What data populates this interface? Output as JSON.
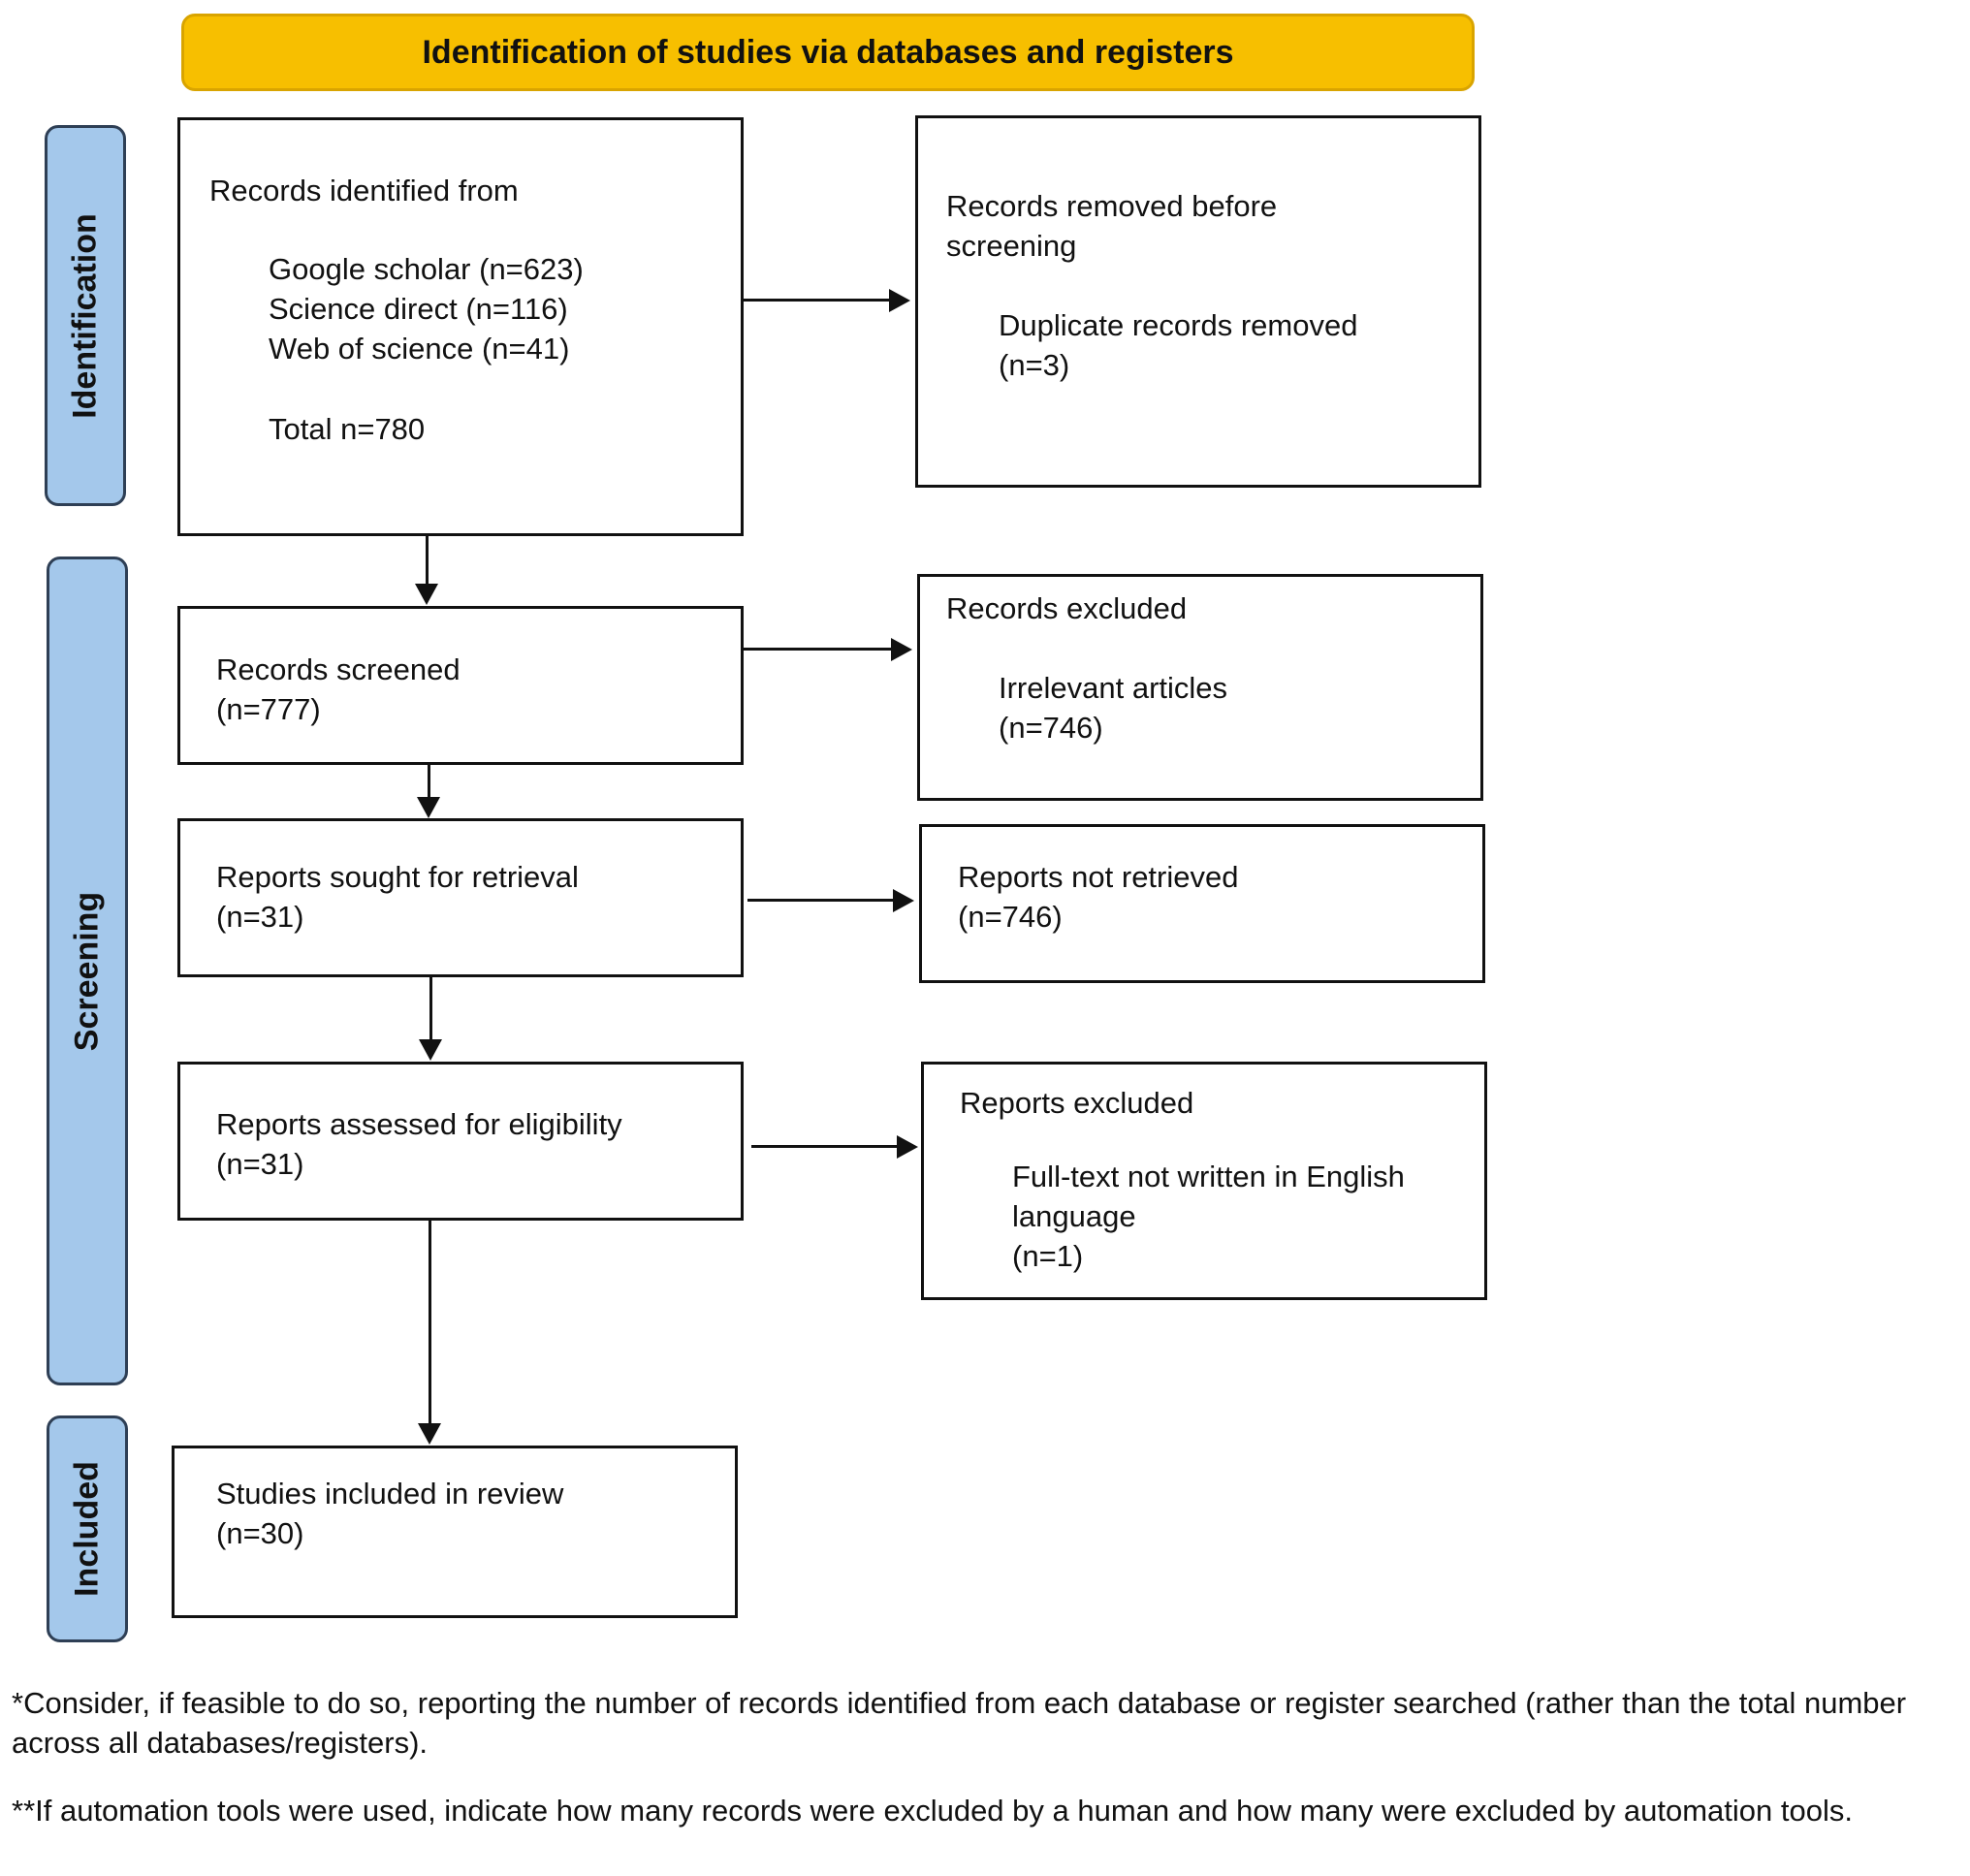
{
  "banner": {
    "title": "Identification of studies via databases and registers"
  },
  "phases": {
    "identification": "Identification",
    "screening": "Screening",
    "included": "Included"
  },
  "boxes": {
    "identified": {
      "heading": "Records identified from",
      "sources": [
        "Google scholar (n=623)",
        "Science direct (n=116)",
        "Web of science (n=41)"
      ],
      "total": "Total n=780"
    },
    "removed": {
      "heading_line1": "Records removed before",
      "heading_line2": "screening",
      "detail": "Duplicate records removed",
      "count": "(n=3)"
    },
    "screened": {
      "label": "Records screened",
      "count": "(n=777)"
    },
    "excluded": {
      "heading": "Records excluded",
      "detail": "Irrelevant articles",
      "count": "(n=746)"
    },
    "sought": {
      "label": "Reports sought for retrieval",
      "count": "(n=31)"
    },
    "not_retrieved": {
      "label": "Reports not retrieved",
      "count": "(n=746)"
    },
    "assessed": {
      "label": "Reports assessed for eligibility",
      "count": "(n=31)"
    },
    "reports_excluded": {
      "heading": "Reports excluded",
      "detail_line1": "Full-text not written in English",
      "detail_line2": "language",
      "count": "(n=1)"
    },
    "included": {
      "label": "Studies included in review",
      "count": "(n=30)"
    }
  },
  "footnotes": [
    "*Consider, if feasible to do so, reporting the number of records identified from each database or register searched (rather than the total number across all databases/registers).",
    "**If automation tools were used, indicate how many records were excluded by a human and how many were excluded by automation tools."
  ],
  "colors": {
    "banner_fill": "#F7BF00",
    "phase_fill": "#A4C8EB",
    "phase_border": "#2E3F55",
    "box_border": "#111111"
  }
}
